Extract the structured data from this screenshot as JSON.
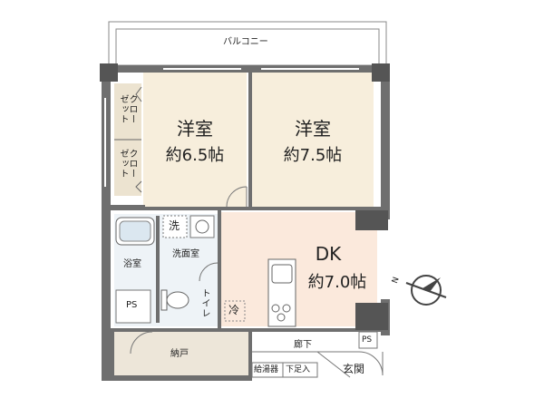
{
  "balcony": "バルコニー",
  "rooms": {
    "western1": {
      "name": "洋室",
      "size": "約6.5帖"
    },
    "western2": {
      "name": "洋室",
      "size": "約7.5帖"
    },
    "dk": {
      "name": "DK",
      "size": "約7.0帖"
    }
  },
  "closets": {
    "top": "クロー\nゼット",
    "bottom": "クロー\nゼット"
  },
  "labels": {
    "washer": "洗",
    "washroom": "洗面室",
    "bathroom": "浴室",
    "toilet": "トイレ",
    "ps_left": "PS",
    "ps_right": "PS",
    "fridge": "冷",
    "corridor": "廊下",
    "storage": "納戸",
    "water_heater": "給湯器",
    "shoe_box": "下足入",
    "entrance": "玄関"
  },
  "compass": {
    "north": "N"
  },
  "colors": {
    "wood_floor": "#f7eedc",
    "tatami_floor": "#f8f2d8",
    "dk_floor": "#fbe9dc",
    "storage_floor": "#ede6d9",
    "wall": "#6f6f6f"
  }
}
